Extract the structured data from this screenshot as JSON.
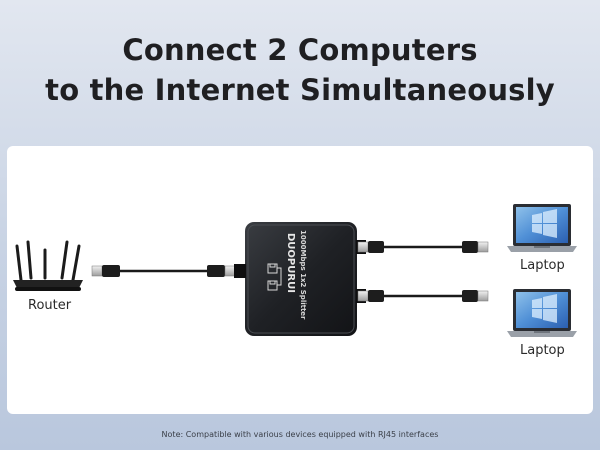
{
  "headline": {
    "line1": "Connect 2 Computers",
    "line2": "to the Internet Simultaneously"
  },
  "devices": {
    "router_label": "Router",
    "laptop_top_label": "Laptop",
    "laptop_bottom_label": "Laptop"
  },
  "splitter": {
    "brand": "DUOPURUI",
    "model": "1000Mbps 1x2 Splitter"
  },
  "note": "Note: Compatible with various devices equipped with RJ45 interfaces"
}
